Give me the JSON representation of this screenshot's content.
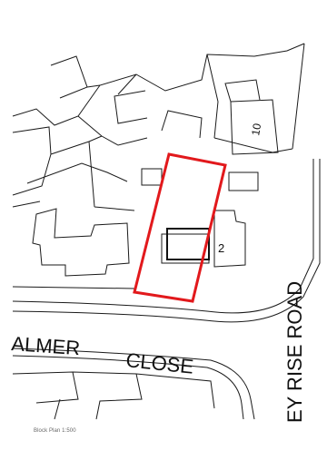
{
  "caption": "Block Plan 1:500",
  "labels": {
    "road_main": "EY RISE ROAD",
    "road_palmer": "ALMER",
    "road_close": "CLOSE",
    "plot_2": "2",
    "plot_10": "10"
  },
  "colors": {
    "boundary": "#e2191c",
    "linework": "#1a1a1a",
    "building": "#111111"
  }
}
